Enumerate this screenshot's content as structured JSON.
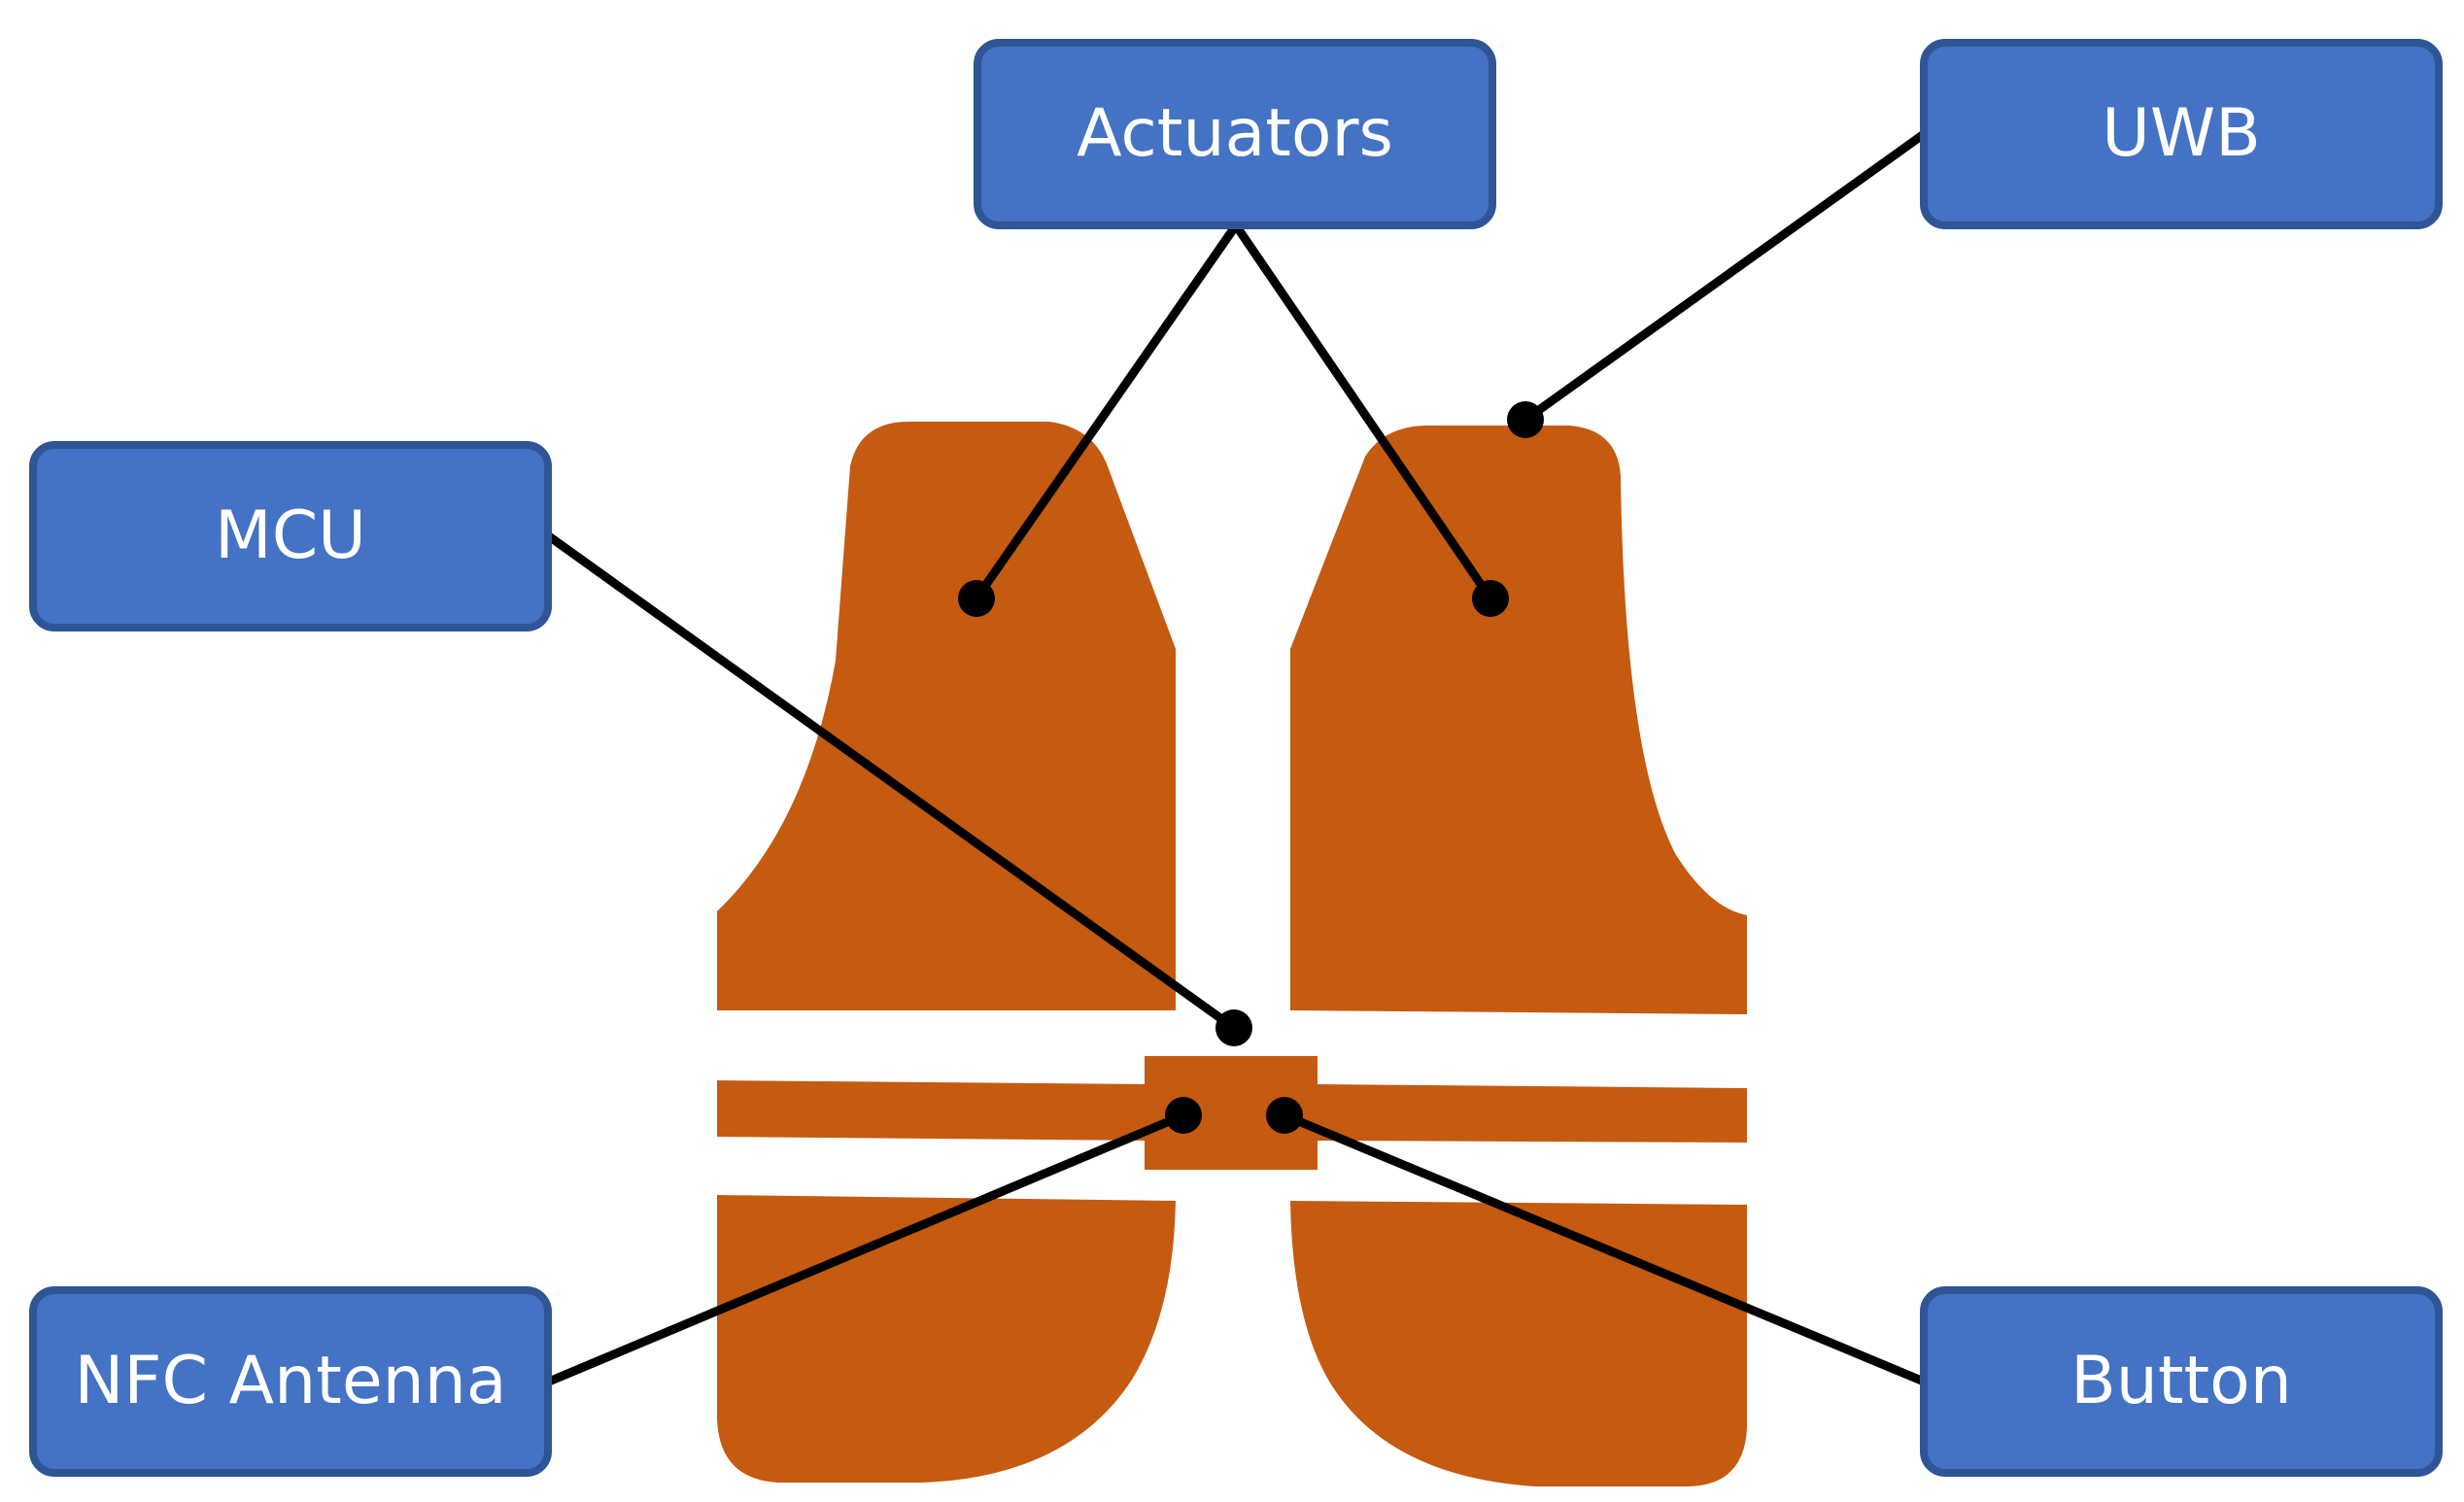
{
  "colors": {
    "vest": "#c55a11",
    "box_fill": "#4472c4",
    "box_border": "#2f5597",
    "box_text": "#ffffff",
    "connector": "#000000"
  },
  "labels": {
    "actuators": "Actuators",
    "uwb": "UWB",
    "mcu": "MCU",
    "nfc_antenna": "NFC Antenna",
    "button": "Button"
  },
  "icons": {
    "vest": "safety-vest-icon"
  }
}
